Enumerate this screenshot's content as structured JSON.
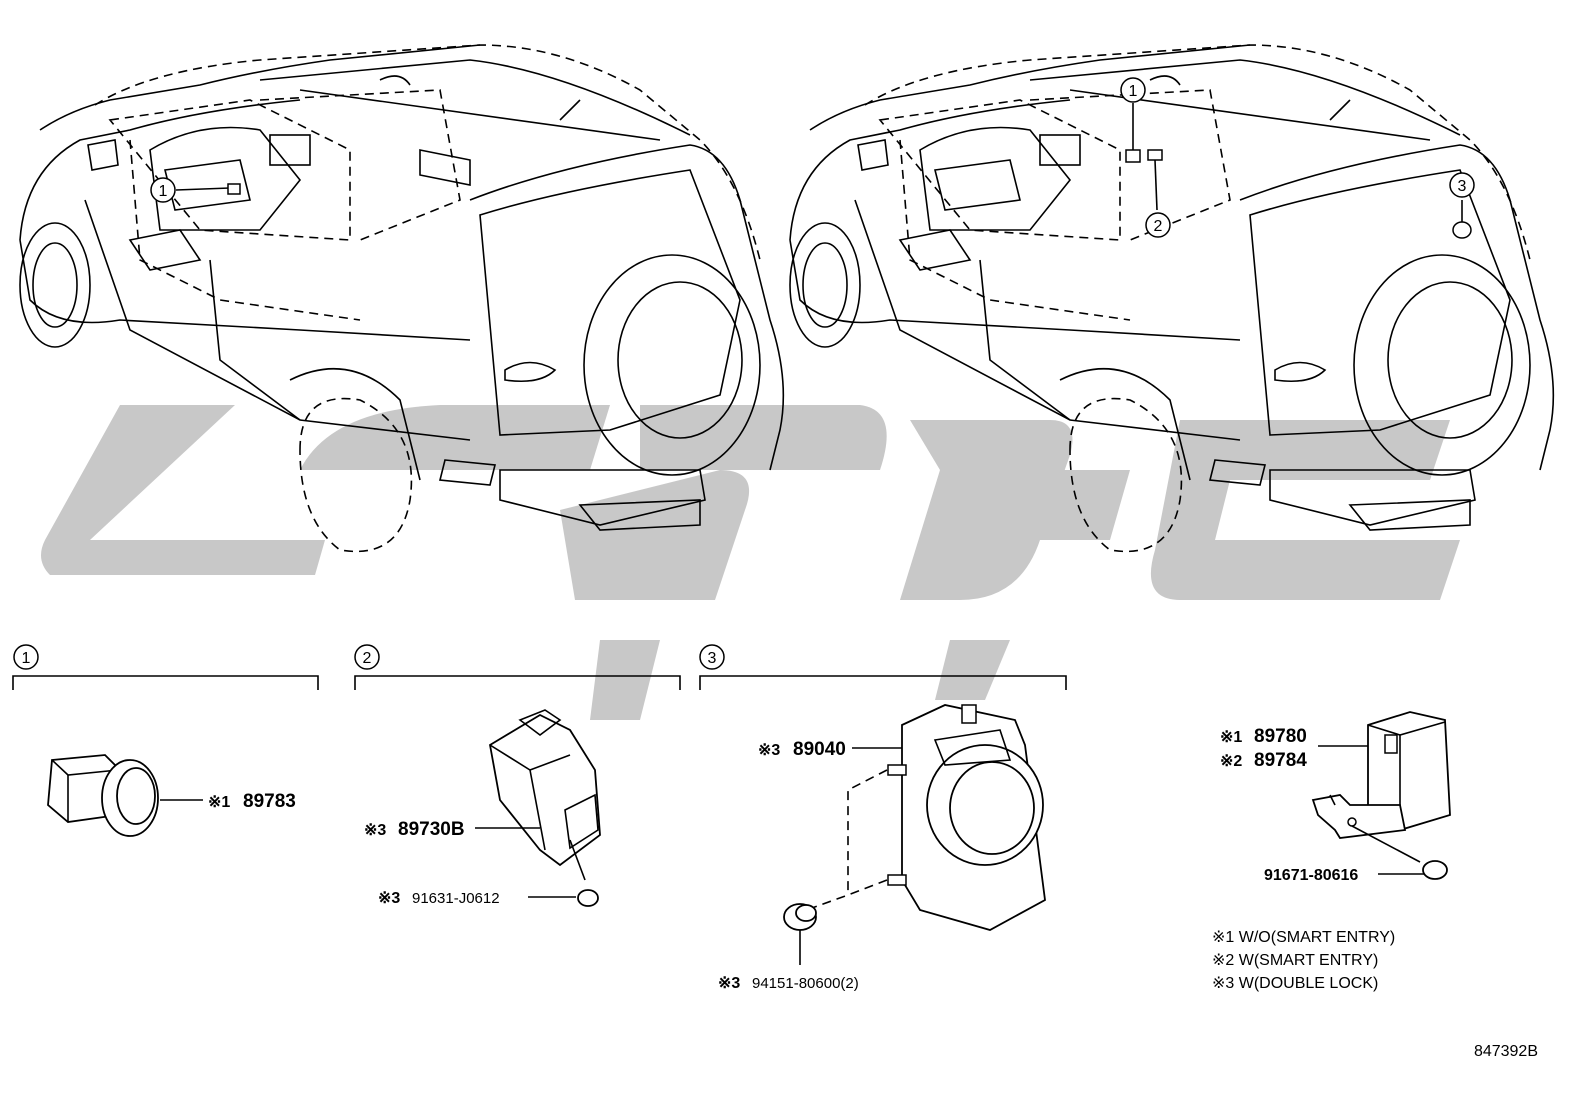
{
  "diagram": {
    "section_markers": [
      "1",
      "2",
      "3"
    ],
    "callouts": {
      "car1_marker": "1",
      "car2_markers": [
        "1",
        "2",
        "3"
      ]
    },
    "parts": [
      {
        "id": "p89783",
        "note": "※1",
        "number": "89783"
      },
      {
        "id": "p89730B",
        "note": "※3",
        "number": "89730B"
      },
      {
        "id": "p91631",
        "note": "※3",
        "number": "91631-J0612"
      },
      {
        "id": "p89040",
        "note": "※3",
        "number": "89040"
      },
      {
        "id": "p94151",
        "note": "※3",
        "number": "94151-80600(2)"
      },
      {
        "id": "p89780",
        "note": "※1",
        "number": "89780"
      },
      {
        "id": "p89784",
        "note": "※2",
        "number": "89784"
      },
      {
        "id": "p91671",
        "note": "",
        "number": "91671-80616"
      }
    ],
    "legend": [
      "※1 W/O(SMART ENTRY)",
      "※2 W(SMART ENTRY)",
      "※3 W(DOUBLE LOCK)"
    ],
    "diagram_code": "847392B"
  },
  "colors": {
    "watermark": "#c8c8c8",
    "line": "#000000",
    "background": "#ffffff"
  }
}
